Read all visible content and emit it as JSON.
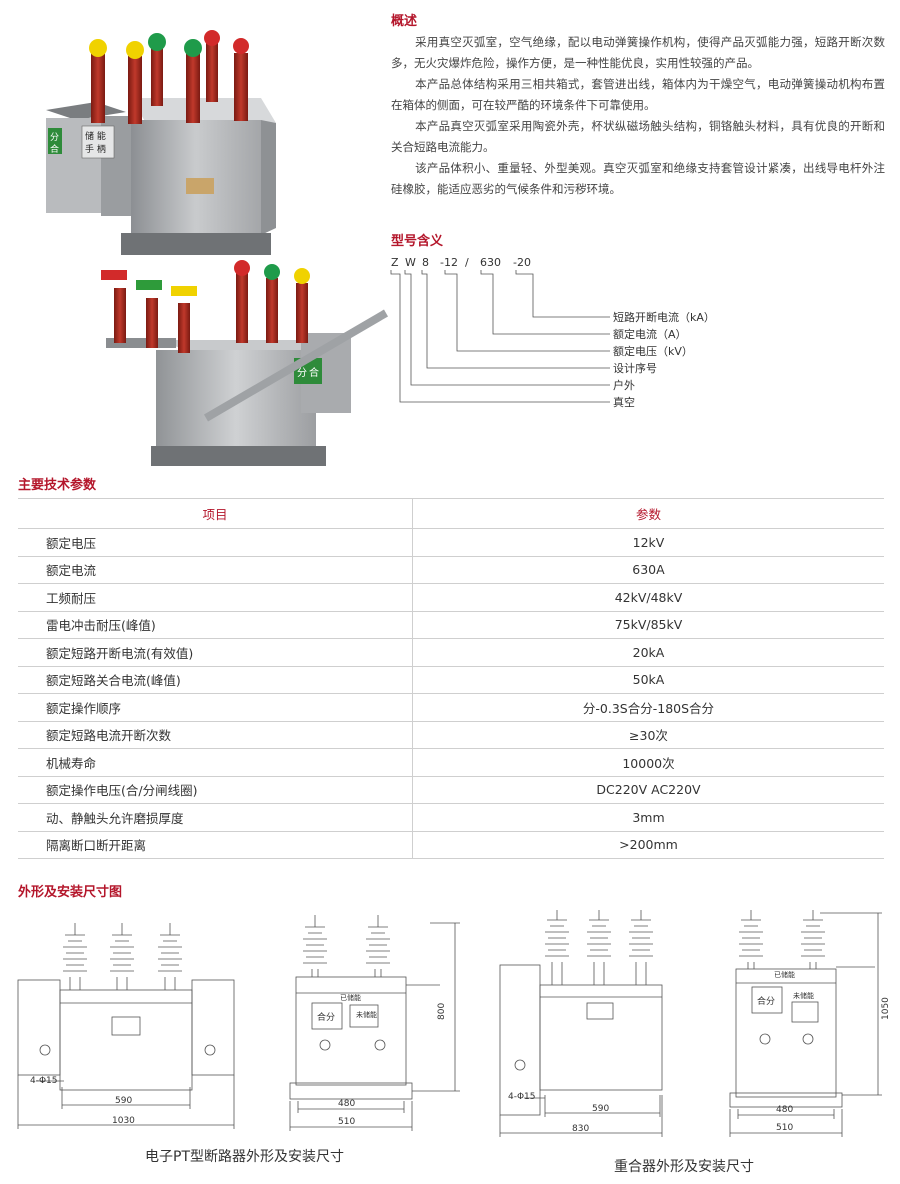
{
  "overview": {
    "title": "概述",
    "paragraphs": [
      "采用真空灭弧室，空气绝缘，配以电动弹簧操作机构，使得产品灭弧能力强，短路开断次数多，无火灾爆炸危险，操作方便，是一种性能优良，实用性较强的产品。",
      "本产品总体结构采用三相共箱式，套管进出线，箱体内为干燥空气，电动弹簧操动机构布置在箱体的侧面，可在较严酷的环境条件下可靠使用。",
      "本产品真空灭弧室采用陶瓷外壳，杯状纵磁场触头结构，铜铬触头材料，具有优良的开断和关合短路电流能力。",
      "该产品体积小、重量轻、外型美观。真空灭弧室和绝缘支持套管设计紧凑，出线导电杆外注硅橡胶，能适应恶劣的气候条件和污秽环境。"
    ]
  },
  "model": {
    "title": "型号含义",
    "code_parts": [
      "Z",
      "W",
      "8",
      "-12",
      "/",
      "630",
      "-20"
    ],
    "meanings": [
      "短路开断电流（kA）",
      "额定电流（A）",
      "额定电压（kV）",
      "设计序号",
      "户外",
      "真空"
    ]
  },
  "photo": {
    "label_top": "储 能",
    "label_bottom": "手 柄",
    "badge_left": "分",
    "badge_right": "合"
  },
  "specs": {
    "title": "主要技术参数",
    "headers": [
      "项目",
      "参数"
    ],
    "rows": [
      [
        "额定电压",
        "12kV"
      ],
      [
        "额定电流",
        "630A"
      ],
      [
        "工频耐压",
        "42kV/48kV"
      ],
      [
        "雷电冲击耐压(峰值)",
        "75kV/85kV"
      ],
      [
        "额定短路开断电流(有效值)",
        "20kA"
      ],
      [
        "额定短路关合电流(峰值)",
        "50kA"
      ],
      [
        "额定操作顺序",
        "分-0.3S合分-180S合分"
      ],
      [
        "额定短路电流开断次数",
        "≥30次"
      ],
      [
        "机械寿命",
        "10000次"
      ],
      [
        "额定操作电压(合/分闸线圈)",
        "DC220V AC220V"
      ],
      [
        "动、静触头允许磨损厚度",
        "3mm"
      ],
      [
        "隔离断口断开距离",
        ">200mm"
      ]
    ]
  },
  "dimensions": {
    "title": "外形及安装尺寸图",
    "left_caption": "电子PT型断路器外形及安装尺寸",
    "right_caption": "重合器外形及安装尺寸",
    "d1": {
      "hole": "4-Φ15",
      "inner": "590",
      "outer": "1030"
    },
    "d2": {
      "height": "800",
      "inner": "480",
      "outer": "510",
      "stored": "已储能",
      "unstored": "未储能",
      "button": "合分"
    },
    "d3": {
      "hole": "4-Φ15",
      "inner": "590",
      "outer": "830"
    },
    "d4": {
      "height": "1050",
      "inner": "480",
      "outer": "510",
      "stored": "已储能",
      "unstored": "未储能",
      "button": "合分"
    }
  }
}
